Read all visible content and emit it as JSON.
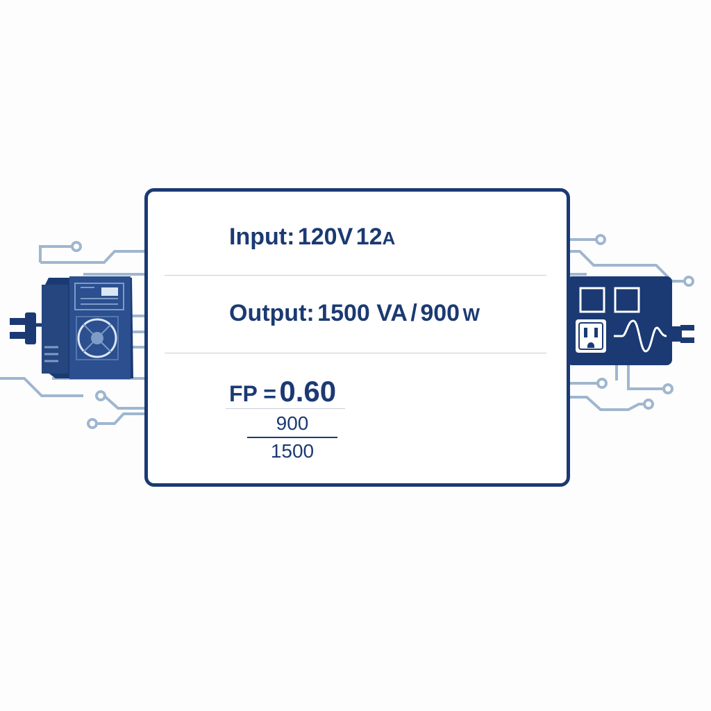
{
  "colors": {
    "navy": "#1b3a73",
    "arrow_blue": "#3f8fdc",
    "circuit": "#9fb6cf",
    "divider": "#c9ced6"
  },
  "icons": {
    "left_device": "ups-unit-icon",
    "right_device": "power-outlet-panel-icon",
    "arrows": "right-arrow-icon",
    "waveform": "sine-wave-icon"
  },
  "specs": {
    "input": {
      "label": "Input:",
      "voltage": "120V",
      "current_value": "12",
      "current_unit": "A"
    },
    "output": {
      "label": "Output:",
      "apparent": "1500 VA",
      "separator": "/",
      "real_value": "900",
      "real_unit": "W"
    },
    "power_factor": {
      "label": "FP =",
      "value": "0.60",
      "numerator": "900",
      "denominator": "1500"
    }
  }
}
